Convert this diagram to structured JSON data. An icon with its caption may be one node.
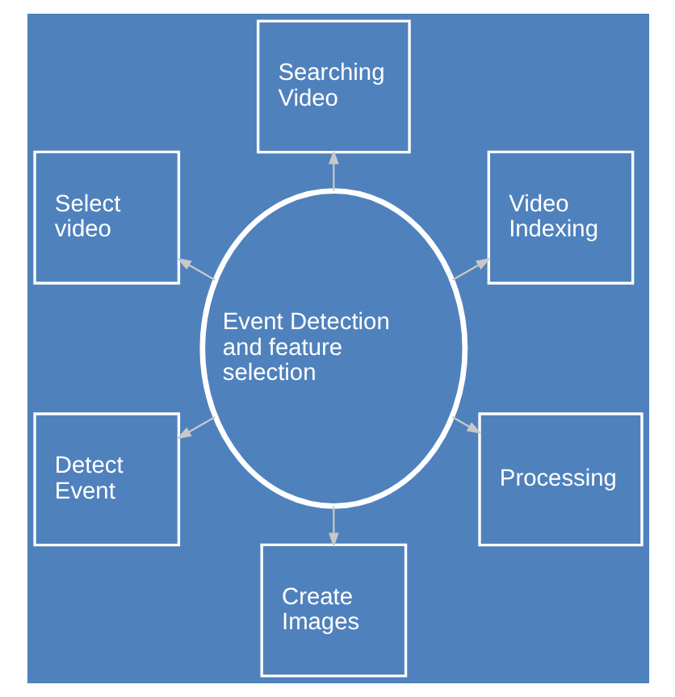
{
  "diagram": {
    "nodes": [
      {
        "text": [
          "Video Indexing"
        ]
      },
      {
        "text": [
          "Searching Video"
        ]
      },
      {
        "text": [
          "Select video"
        ]
      },
      {
        "text": [
          "Event Detection and feature selection"
        ]
      },
      {
        "text": [
          "Detect Event"
        ]
      },
      {
        "text": [
          "Create Images"
        ]
      },
      {
        "text": [
          "Processing"
        ]
      }
    ],
    "edges": [
      {
        "from": 3,
        "to": 0,
        "arrow": "to"
      },
      {
        "from": 3,
        "to": 1,
        "arrow": "to"
      },
      {
        "from": 3,
        "to": 2,
        "arrow": "to"
      },
      {
        "from": 3,
        "to": 4,
        "arrow": "to"
      },
      {
        "from": 3,
        "to": 5,
        "arrow": "to"
      },
      {
        "from": 3,
        "to": 6,
        "arrow": "to"
      }
    ]
  }
}
